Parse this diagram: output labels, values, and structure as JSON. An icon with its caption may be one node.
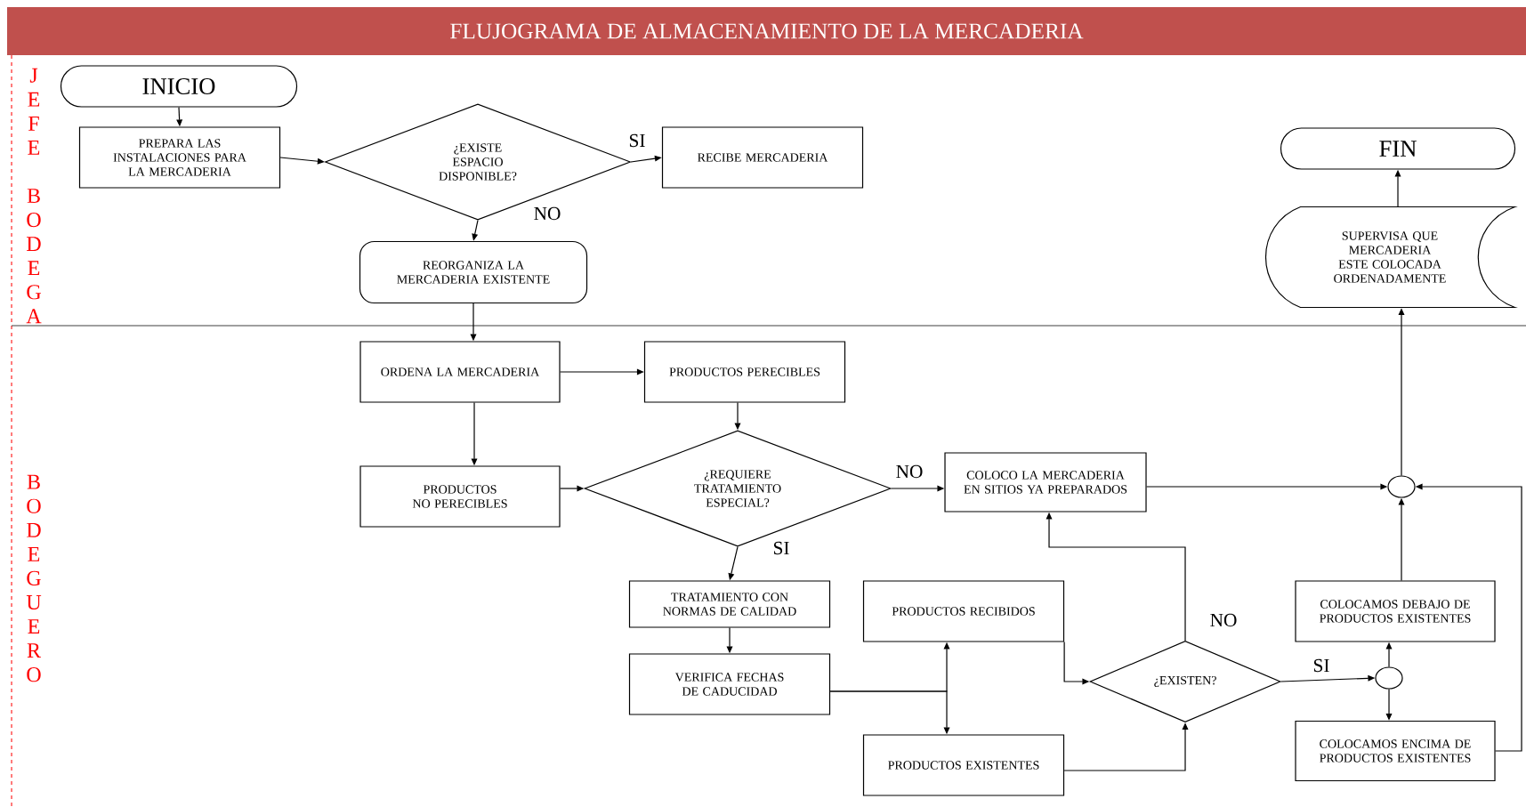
{
  "diagram": {
    "title": "FLUJOGRAMA DE ALMACENAMIENTO DE LA MERCADERIA",
    "nodes": [
      {
        "text": [
          "INICIO"
        ]
      },
      {
        "text": [
          "PREPARA LAS INSTALACIONES PARA LA MERCADERIA"
        ]
      },
      {
        "text": [
          "¿EXISTE ESPACIO DISPONIBLE?"
        ]
      },
      {
        "text": [
          "RECIBE MERCADERIA"
        ]
      },
      {
        "text": [
          "REORGANIZA LA MERCADERIA EXISTENTE"
        ]
      },
      {
        "text": [
          "ORDENA LA MERCADERIA"
        ]
      },
      {
        "text": [
          "PRODUCTOS PERECIBLES"
        ]
      },
      {
        "text": [
          "PRODUCTOS NO PERECIBLES"
        ]
      },
      {
        "text": [
          "¿REQUIERE TRATAMIENTO ESPECIAL?"
        ]
      },
      {
        "text": [
          "COLOCO LA MERCADERIA EN SITIOS YA PREPARADOS"
        ]
      },
      {
        "text": [
          "TRATAMIENTO CON NORMAS DE CALIDAD"
        ]
      },
      {
        "text": [
          "VERIFICA FECHAS DE CADUCIDAD"
        ]
      },
      {
        "text": [
          "PRODUCTOS RECIBIDOS"
        ]
      },
      {
        "text": [
          "PRODUCTOS EXISTENTES"
        ]
      },
      {
        "text": [
          "¿EXISTEN?"
        ]
      },
      {
        "text": [
          "COLOCAMOS DEBAJO DE PRODUCTOS EXISTENTES"
        ]
      },
      {
        "text": [
          "COLOCAMOS ENCIMA DE PRODUCTOS EXISTENTES"
        ]
      },
      {
        "text": [],
        "shape": "circle"
      },
      {
        "text": [],
        "shape": "circle"
      },
      {
        "text": [
          "SUPERVISA QUE MERCADERIA ESTE COLOCADA ORDENADAMENTE"
        ]
      },
      {
        "text": [
          "FIN"
        ]
      }
    ],
    "edges": [
      {
        "from": 0,
        "to": 1,
        "arrow": "to"
      },
      {
        "from": 1,
        "to": 2,
        "arrow": "to"
      },
      {
        "from": 2,
        "to": 3,
        "arrow": "to",
        "label": "SI"
      },
      {
        "from": 2,
        "to": 4,
        "arrow": "to",
        "label": "NO"
      },
      {
        "from": 4,
        "to": 5,
        "arrow": "to"
      },
      {
        "from": 5,
        "to": 6,
        "arrow": "to"
      },
      {
        "from": 5,
        "to": 7,
        "arrow": "to"
      },
      {
        "from": 6,
        "to": 8,
        "arrow": "to"
      },
      {
        "from": 7,
        "to": 8,
        "arrow": "to"
      },
      {
        "from": 8,
        "to": 9,
        "arrow": "to",
        "label": "NO"
      },
      {
        "from": 8,
        "to": 10,
        "arrow": "to",
        "label": "SI"
      },
      {
        "from": 10,
        "to": 11,
        "arrow": "to"
      },
      {
        "from": 11,
        "to": 12,
        "arrow": "to"
      },
      {
        "from": 11,
        "to": 13,
        "arrow": "to"
      },
      {
        "from": 12,
        "to": 14,
        "arrow": "to"
      },
      {
        "from": 13,
        "to": 14,
        "arrow": "to"
      },
      {
        "from": 14,
        "to": 9,
        "arrow": "to",
        "label": "NO"
      },
      {
        "from": 14,
        "to": 18,
        "arrow": "to",
        "label": "SI"
      },
      {
        "from": 18,
        "to": 15,
        "arrow": "to"
      },
      {
        "from": 18,
        "to": 16,
        "arrow": "to"
      },
      {
        "from": 15,
        "to": 17,
        "arrow": "to"
      },
      {
        "from": 9,
        "to": 17,
        "arrow": "to"
      },
      {
        "from": 16,
        "to": 17,
        "arrow": "to"
      },
      {
        "from": 17,
        "to": 19,
        "arrow": "to"
      },
      {
        "from": 19,
        "to": 20,
        "arrow": "to"
      }
    ],
    "labels": [
      "JEFE BODEGA",
      "BODEGUERO"
    ]
  }
}
